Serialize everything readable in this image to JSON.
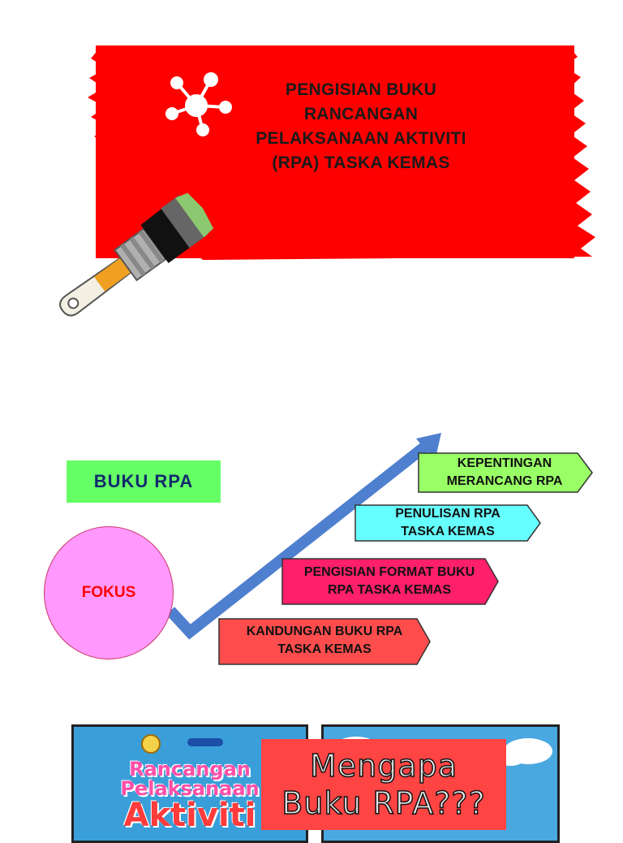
{
  "banner": {
    "title_lines": [
      "PENGISIAN BUKU",
      "RANCANGAN",
      "PELAKSANAAN AKTIVITI",
      "(RPA) TASKA KEMAS"
    ],
    "background_color": "#ff0000",
    "icon": "network-icon"
  },
  "brush_icon": "paintbrush-icon",
  "diagram": {
    "heading": "BUKU RPA",
    "center_label": "FOKUS",
    "arrow_color": "#4f7fcf",
    "steps": [
      {
        "lines": [
          "KANDUNGAN BUKU RPA",
          "TASKA KEMAS"
        ],
        "color": "#ff4d4d"
      },
      {
        "lines": [
          "PENGISIAN FORMAT BUKU",
          "RPA TASKA KEMAS"
        ],
        "color": "#ff1f6a"
      },
      {
        "lines": [
          "PENULISAN RPA",
          "TASKA KEMAS"
        ],
        "color": "#66ffff"
      },
      {
        "lines": [
          "KEPENTINGAN",
          "MERANCANG RPA"
        ],
        "color": "#99ff66"
      }
    ]
  },
  "bottom": {
    "cover_title_lines": [
      "Rancangan",
      "Pelaksanaan",
      "Aktiviti"
    ],
    "overlay_lines": [
      "Mengapa",
      "Buku RPA???"
    ]
  }
}
